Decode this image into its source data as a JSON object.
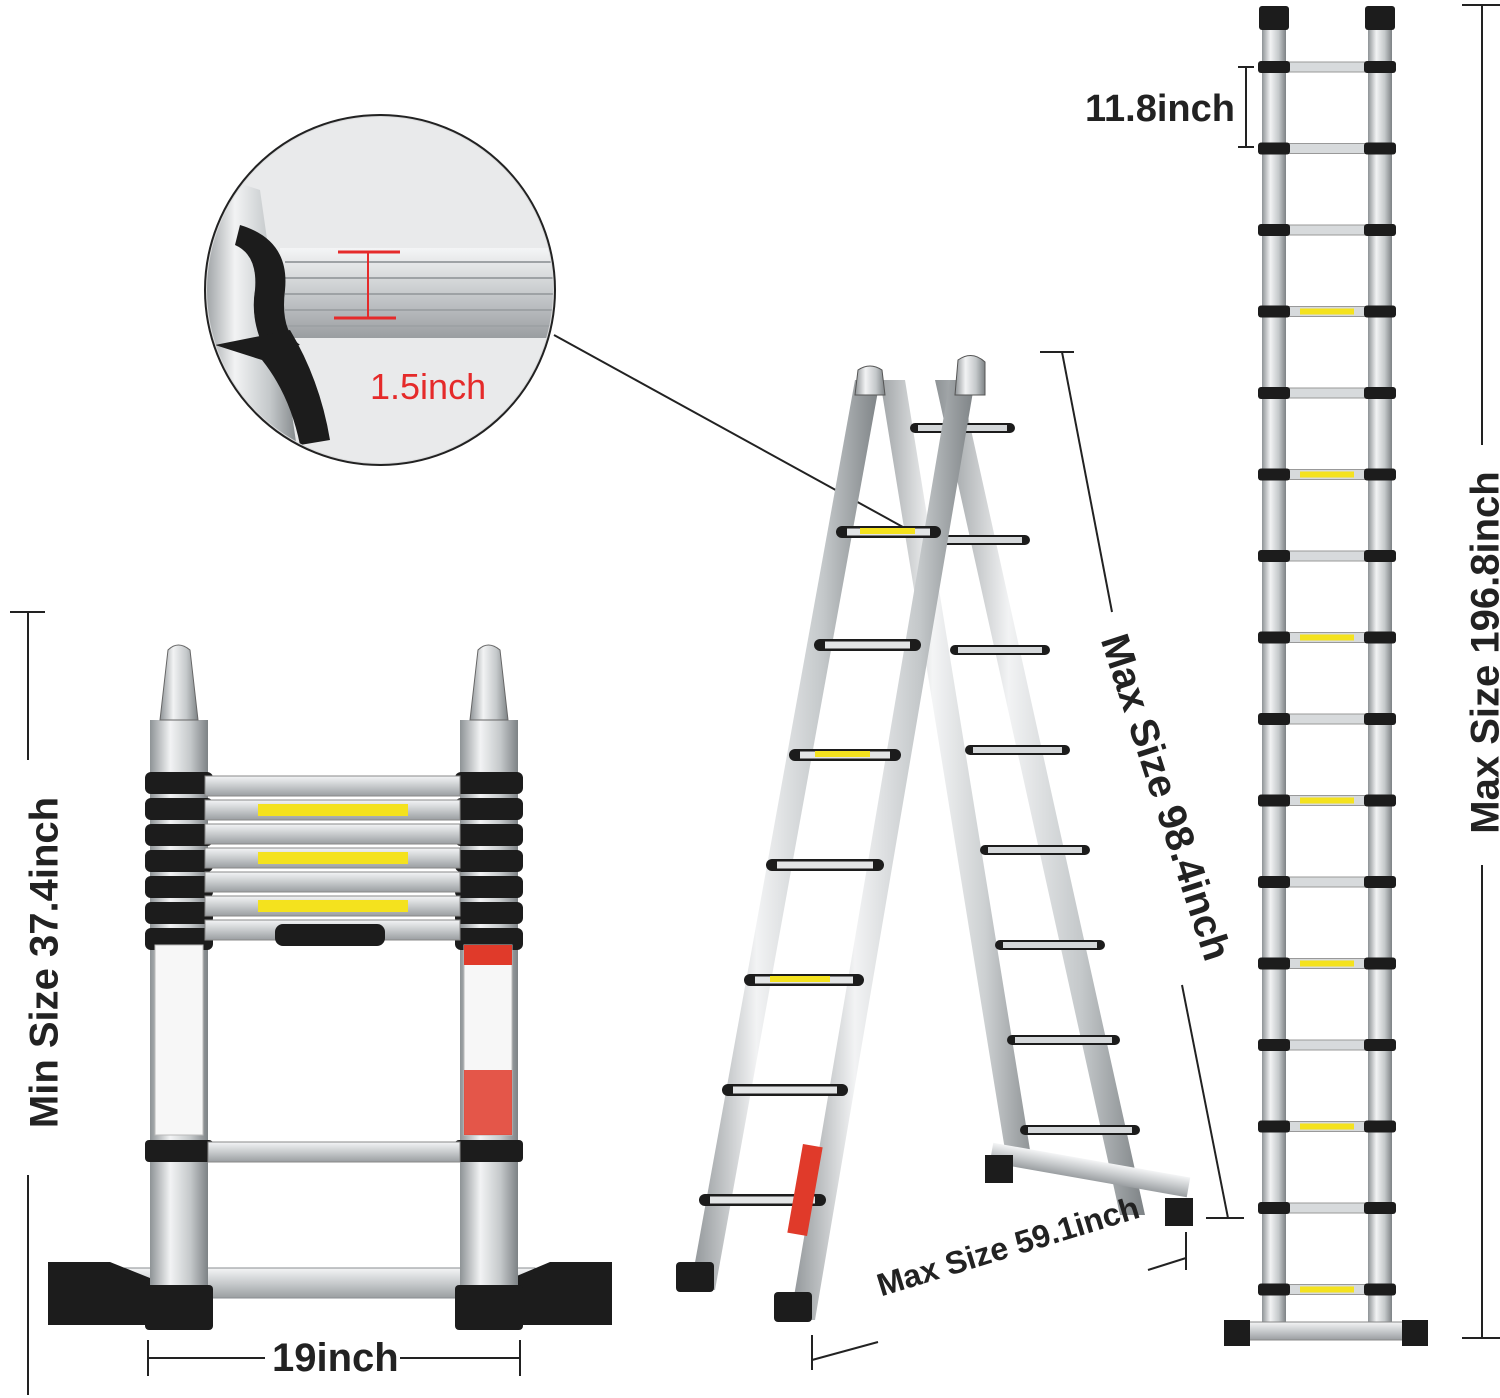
{
  "dimensions": {
    "rung_spacing": "11.8inch",
    "rung_width": "1.5inch",
    "min_height": "Min Size  37.4inch",
    "base_width": "19inch",
    "a_frame_height": "Max Size 98.4inch",
    "a_frame_width": "Max Size 59.1inch",
    "max_height": "Max Size  196.8inch"
  },
  "colors": {
    "aluminum": "#c9ccce",
    "black": "#1c1c1c",
    "label_yellow": "#f4e21e",
    "label_red": "#e03a2a",
    "dimension_red": "#e52a2a"
  }
}
